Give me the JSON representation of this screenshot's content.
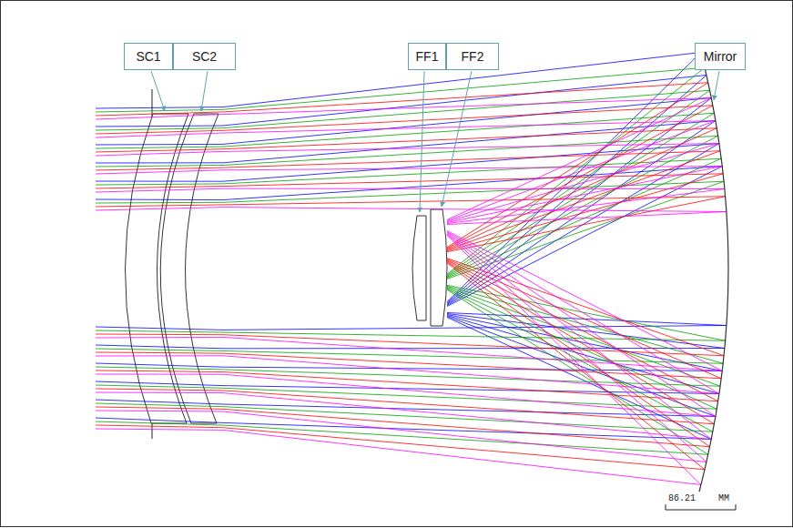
{
  "diagram": {
    "nodes": [
      {
        "text": [
          "SC1"
        ]
      },
      {
        "text": [
          "SC2"
        ]
      },
      {
        "text": [
          "FF1"
        ]
      },
      {
        "text": [
          "FF2"
        ]
      },
      {
        "text": [
          "Mirror"
        ]
      }
    ],
    "labels": [
      "86.21",
      "MM"
    ]
  }
}
